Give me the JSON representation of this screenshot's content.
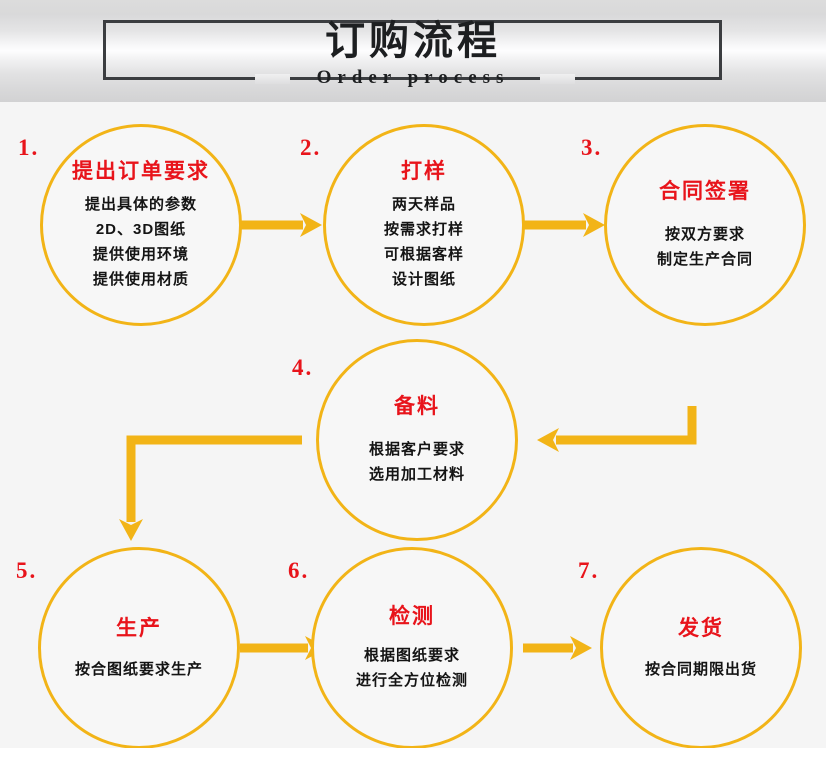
{
  "header": {
    "title": "订购流程",
    "subtitle": "Order process"
  },
  "colors": {
    "accent": "#f2b417",
    "title_red": "#e8141b",
    "body_black": "#141414",
    "frame_dark": "#3b3d40",
    "flow_bg": "#f5f5f5"
  },
  "nodes": [
    {
      "number": "1.",
      "title": "提出订单要求",
      "lines": [
        "提出具体的参数",
        "2D、3D图纸",
        "提供使用环境",
        "提供使用材质"
      ]
    },
    {
      "number": "2.",
      "title": "打样",
      "lines": [
        "两天样品",
        "按需求打样",
        "可根据客样",
        "设计图纸"
      ]
    },
    {
      "number": "3.",
      "title": "合同签署",
      "lines": [
        "按双方要求",
        "制定生产合同"
      ]
    },
    {
      "number": "4.",
      "title": "备料",
      "lines": [
        "根据客户要求",
        "选用加工材料"
      ]
    },
    {
      "number": "5.",
      "title": "生产",
      "lines": [
        "按合图纸要求生产"
      ]
    },
    {
      "number": "6.",
      "title": "检测",
      "lines": [
        "根据图纸要求",
        "进行全方位检测"
      ]
    },
    {
      "number": "7.",
      "title": "发货",
      "lines": [
        "按合同期限出货"
      ]
    }
  ],
  "connectors": [
    {
      "name": "arrow-1-to-2",
      "kind": "straight-right"
    },
    {
      "name": "arrow-2-to-3",
      "kind": "straight-right"
    },
    {
      "name": "arrow-3-to-4",
      "kind": "elbow-down-left"
    },
    {
      "name": "arrow-4-to-5",
      "kind": "elbow-left-down"
    },
    {
      "name": "arrow-5-to-6",
      "kind": "straight-right"
    },
    {
      "name": "arrow-6-to-7",
      "kind": "straight-right"
    }
  ]
}
